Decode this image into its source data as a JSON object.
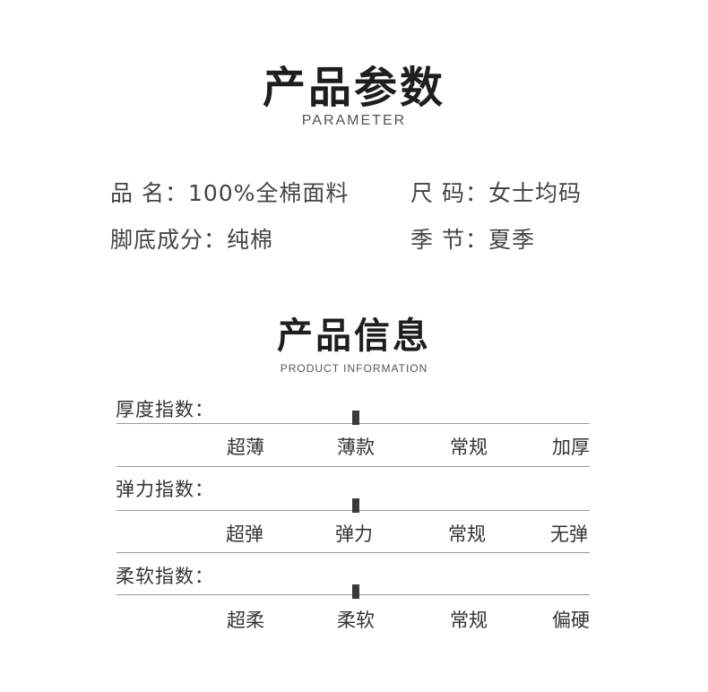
{
  "parameter_section": {
    "title": "产品参数",
    "subtitle": "PARAMETER",
    "rows": [
      {
        "left": "品  名：100%全棉面料",
        "right": "尺  码：女士均码"
      },
      {
        "left": "脚底成分：纯棉",
        "right": "季  节：夏季"
      }
    ]
  },
  "info_section": {
    "title": "产品信息",
    "subtitle": "PRODUCT INFORMATION",
    "indices": [
      {
        "label": "厚度指数：",
        "options": [
          "超薄",
          "薄款",
          "常规",
          "加厚"
        ],
        "selected_index": 1
      },
      {
        "label": "弹力指数：",
        "options": [
          "超弹",
          "弹力",
          "常规",
          "无弹"
        ],
        "selected_index": 1
      },
      {
        "label": "柔软指数：",
        "options": [
          "超柔",
          "柔软",
          "常规",
          "偏硬"
        ],
        "selected_index": 1
      }
    ]
  }
}
